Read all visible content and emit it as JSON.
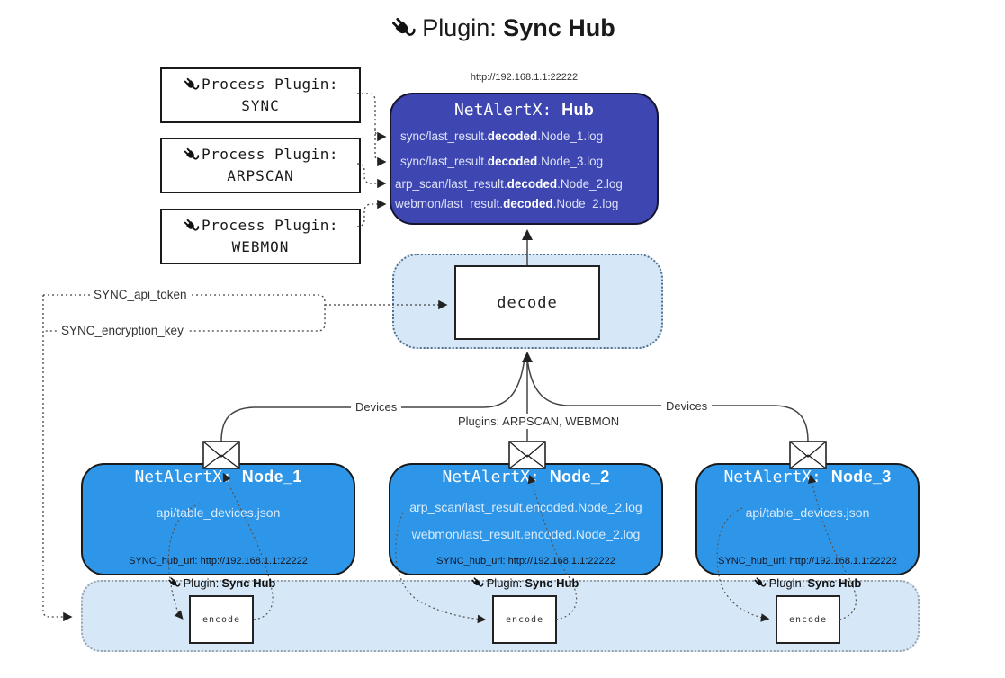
{
  "title": {
    "prefix": "Plugin: ",
    "bold": "Sync Hub"
  },
  "process_plugins": [
    {
      "line1": "Process Plugin:",
      "name": "SYNC"
    },
    {
      "line1": "Process Plugin:",
      "name": "ARPSCAN"
    },
    {
      "line1": "Process Plugin:",
      "name": "WEBMON"
    }
  ],
  "hub": {
    "url": "http://192.168.1.1:22222",
    "title_prefix": "NetAlertX: ",
    "title_bold": "Hub",
    "lines": [
      {
        "pre": "sync/last_result.",
        "bold": "decoded",
        "post": ".Node_1.log"
      },
      {
        "pre": "sync/last_result.",
        "bold": "decoded",
        "post": ".Node_3.log"
      },
      {
        "pre": "arp_scan/last_result.",
        "bold": "decoded",
        "post": ".Node_2.log"
      },
      {
        "pre": "webmon/last_result.",
        "bold": "decoded",
        "post": ".Node_2.log"
      }
    ]
  },
  "decode_label": "decode",
  "keys": {
    "api_token": "SYNC_api_token",
    "encryption_key": "SYNC_encryption_key"
  },
  "edges": {
    "devices_left": "Devices",
    "devices_right": "Devices",
    "plugins_center": "Plugins: ARPSCAN, WEBMON"
  },
  "nodes": [
    {
      "title_prefix": "NetAlertX: ",
      "title_bold": "Node_1",
      "lines": [
        "api/table_devices.json"
      ],
      "hub_url": "SYNC_hub_url: http://192.168.1.1:22222"
    },
    {
      "title_prefix": "NetAlertX: ",
      "title_bold": "Node_2",
      "lines": [
        "arp_scan/last_result.encoded.Node_2.log",
        "webmon/last_result.encoded.Node_2.log"
      ],
      "hub_url": "SYNC_hub_url: http://192.168.1.1:22222"
    },
    {
      "title_prefix": "NetAlertX: ",
      "title_bold": "Node_3",
      "lines": [
        "api/table_devices.json"
      ],
      "hub_url": "SYNC_hub_url: http://192.168.1.1:22222"
    }
  ],
  "encode_groups": [
    {
      "label_prefix": "Plugin: ",
      "label_bold": "Sync Hub",
      "box_label": "encode"
    },
    {
      "label_prefix": "Plugin: ",
      "label_bold": "Sync Hub",
      "box_label": "encode"
    },
    {
      "label_prefix": "Plugin: ",
      "label_bold": "Sync Hub",
      "box_label": "encode"
    }
  ],
  "colors": {
    "hub_fill": "#3d46b1",
    "node_fill": "#2e96e8",
    "panel_fill": "#d6e8f8",
    "box_border": "#1a1a1a",
    "wire": "#444444"
  }
}
